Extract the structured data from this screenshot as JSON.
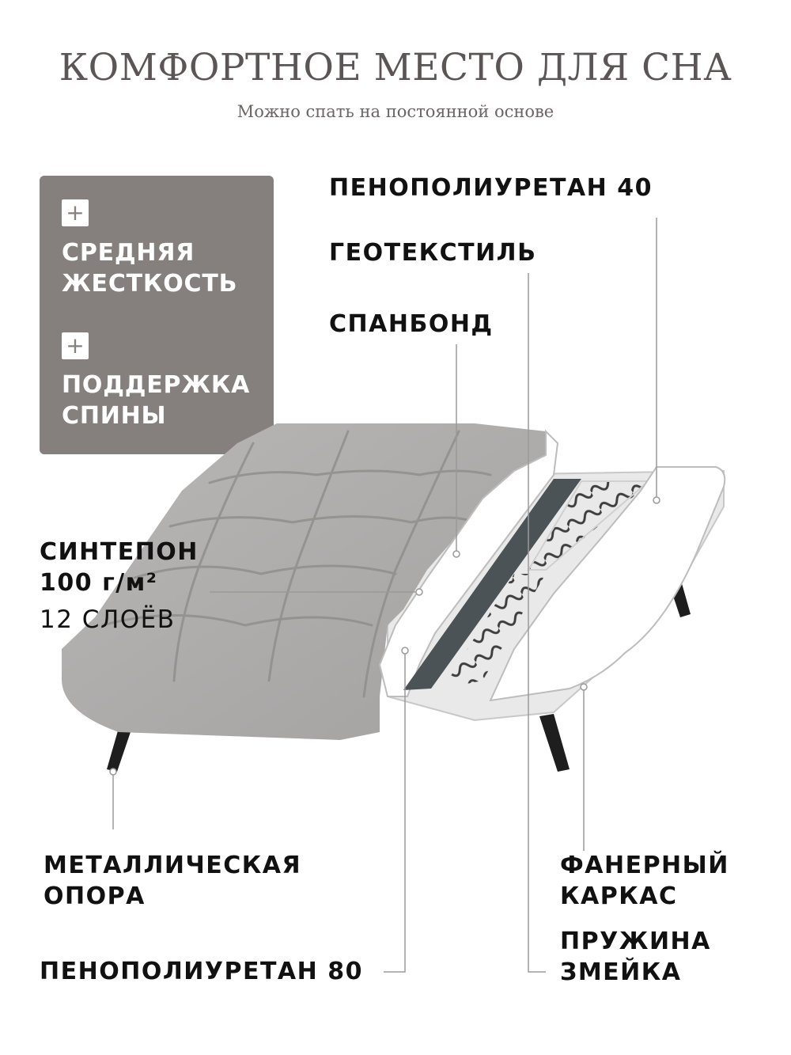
{
  "header": {
    "title": "КОМФОРТНОЕ МЕСТО ДЛЯ СНА",
    "subtitle": "Можно спать на постоянной основе"
  },
  "features": [
    {
      "icon": "plus-icon",
      "line1": "СРЕДНЯЯ",
      "line2": "ЖЕСТКОСТЬ"
    },
    {
      "icon": "plus-icon",
      "line1": "ПОДДЕРЖКА",
      "line2": "СПИНЫ"
    }
  ],
  "layers": {
    "ppu40": "ПЕНОПОЛИУРЕТАН 40",
    "geotextile": "ГЕОТЕКСТИЛЬ",
    "spunbond": "СПАНБОНД",
    "sintepon_line1": "СИНТЕПОН",
    "sintepon_line2": "100 г/м²",
    "sintepon_line3": "12 СЛОЁВ",
    "metal_line1": "МЕТАЛЛИЧЕСКАЯ",
    "metal_line2": "ОПОРА",
    "ppu80": "ПЕНОПОЛИУРЕТАН 80",
    "plywood_line1": "ФАНЕРНЫЙ",
    "plywood_line2": "КАРКАС",
    "spring_line1": "ПРУЖИНА",
    "spring_line2": "ЗМЕЙКА"
  },
  "colors": {
    "title": "#5b5655",
    "badge_bg": "#857f7d",
    "fabric": "#aeacab",
    "text": "#111111"
  }
}
